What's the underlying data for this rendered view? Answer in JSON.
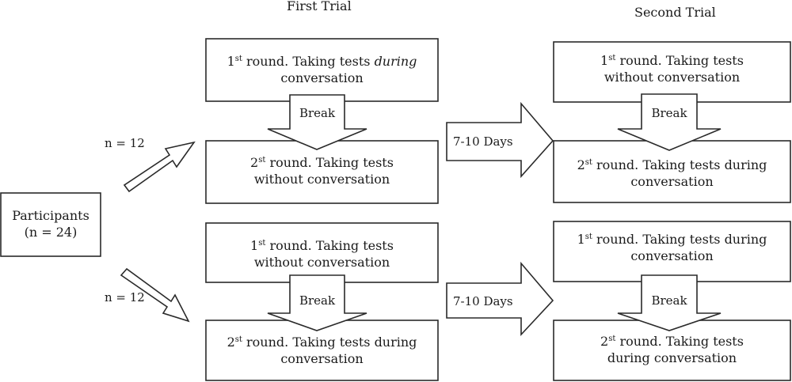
{
  "headers": {
    "first_trial": "First Trial",
    "second_trial": "Second Trial"
  },
  "participants": {
    "line1": "Participants",
    "line2": "(n = 24)"
  },
  "groups": {
    "top_n": "n = 12",
    "bottom_n": "n = 12"
  },
  "interval": {
    "top": "7-10 Days",
    "bottom": "7-10 Days"
  },
  "break_label": "Break",
  "boxes": {
    "first_top_r1": {
      "ord": "1",
      "sup": "st",
      "a": " round. Taking tests ",
      "em": "during",
      "b": "",
      "line2": "conversation"
    },
    "first_top_r2": {
      "ord": "2",
      "sup": "st",
      "a": " round. Taking tests",
      "em": "",
      "b": "",
      "line2": "without conversation"
    },
    "first_bot_r1": {
      "ord": "1",
      "sup": "st",
      "a": " round. Taking tests",
      "em": "",
      "b": "",
      "line2": "without conversation"
    },
    "first_bot_r2": {
      "ord": "2",
      "sup": "st",
      "a": " round. Taking tests during",
      "em": "",
      "b": "",
      "line2": "conversation"
    },
    "second_top_r1": {
      "ord": "1",
      "sup": "st",
      "a": " round. Taking tests",
      "em": "",
      "b": "",
      "line2": "without conversation"
    },
    "second_top_r2": {
      "ord": "2",
      "sup": "st",
      "a": " round. Taking tests during",
      "em": "",
      "b": "",
      "line2": "conversation"
    },
    "second_bot_r1": {
      "ord": "1",
      "sup": "st",
      "a": " round. Taking tests during",
      "em": "",
      "b": "",
      "line2": "conversation"
    },
    "second_bot_r2": {
      "ord": "2",
      "sup": "st",
      "a": " round. Taking tests",
      "em": "",
      "b": "",
      "line2": "during conversation"
    }
  }
}
